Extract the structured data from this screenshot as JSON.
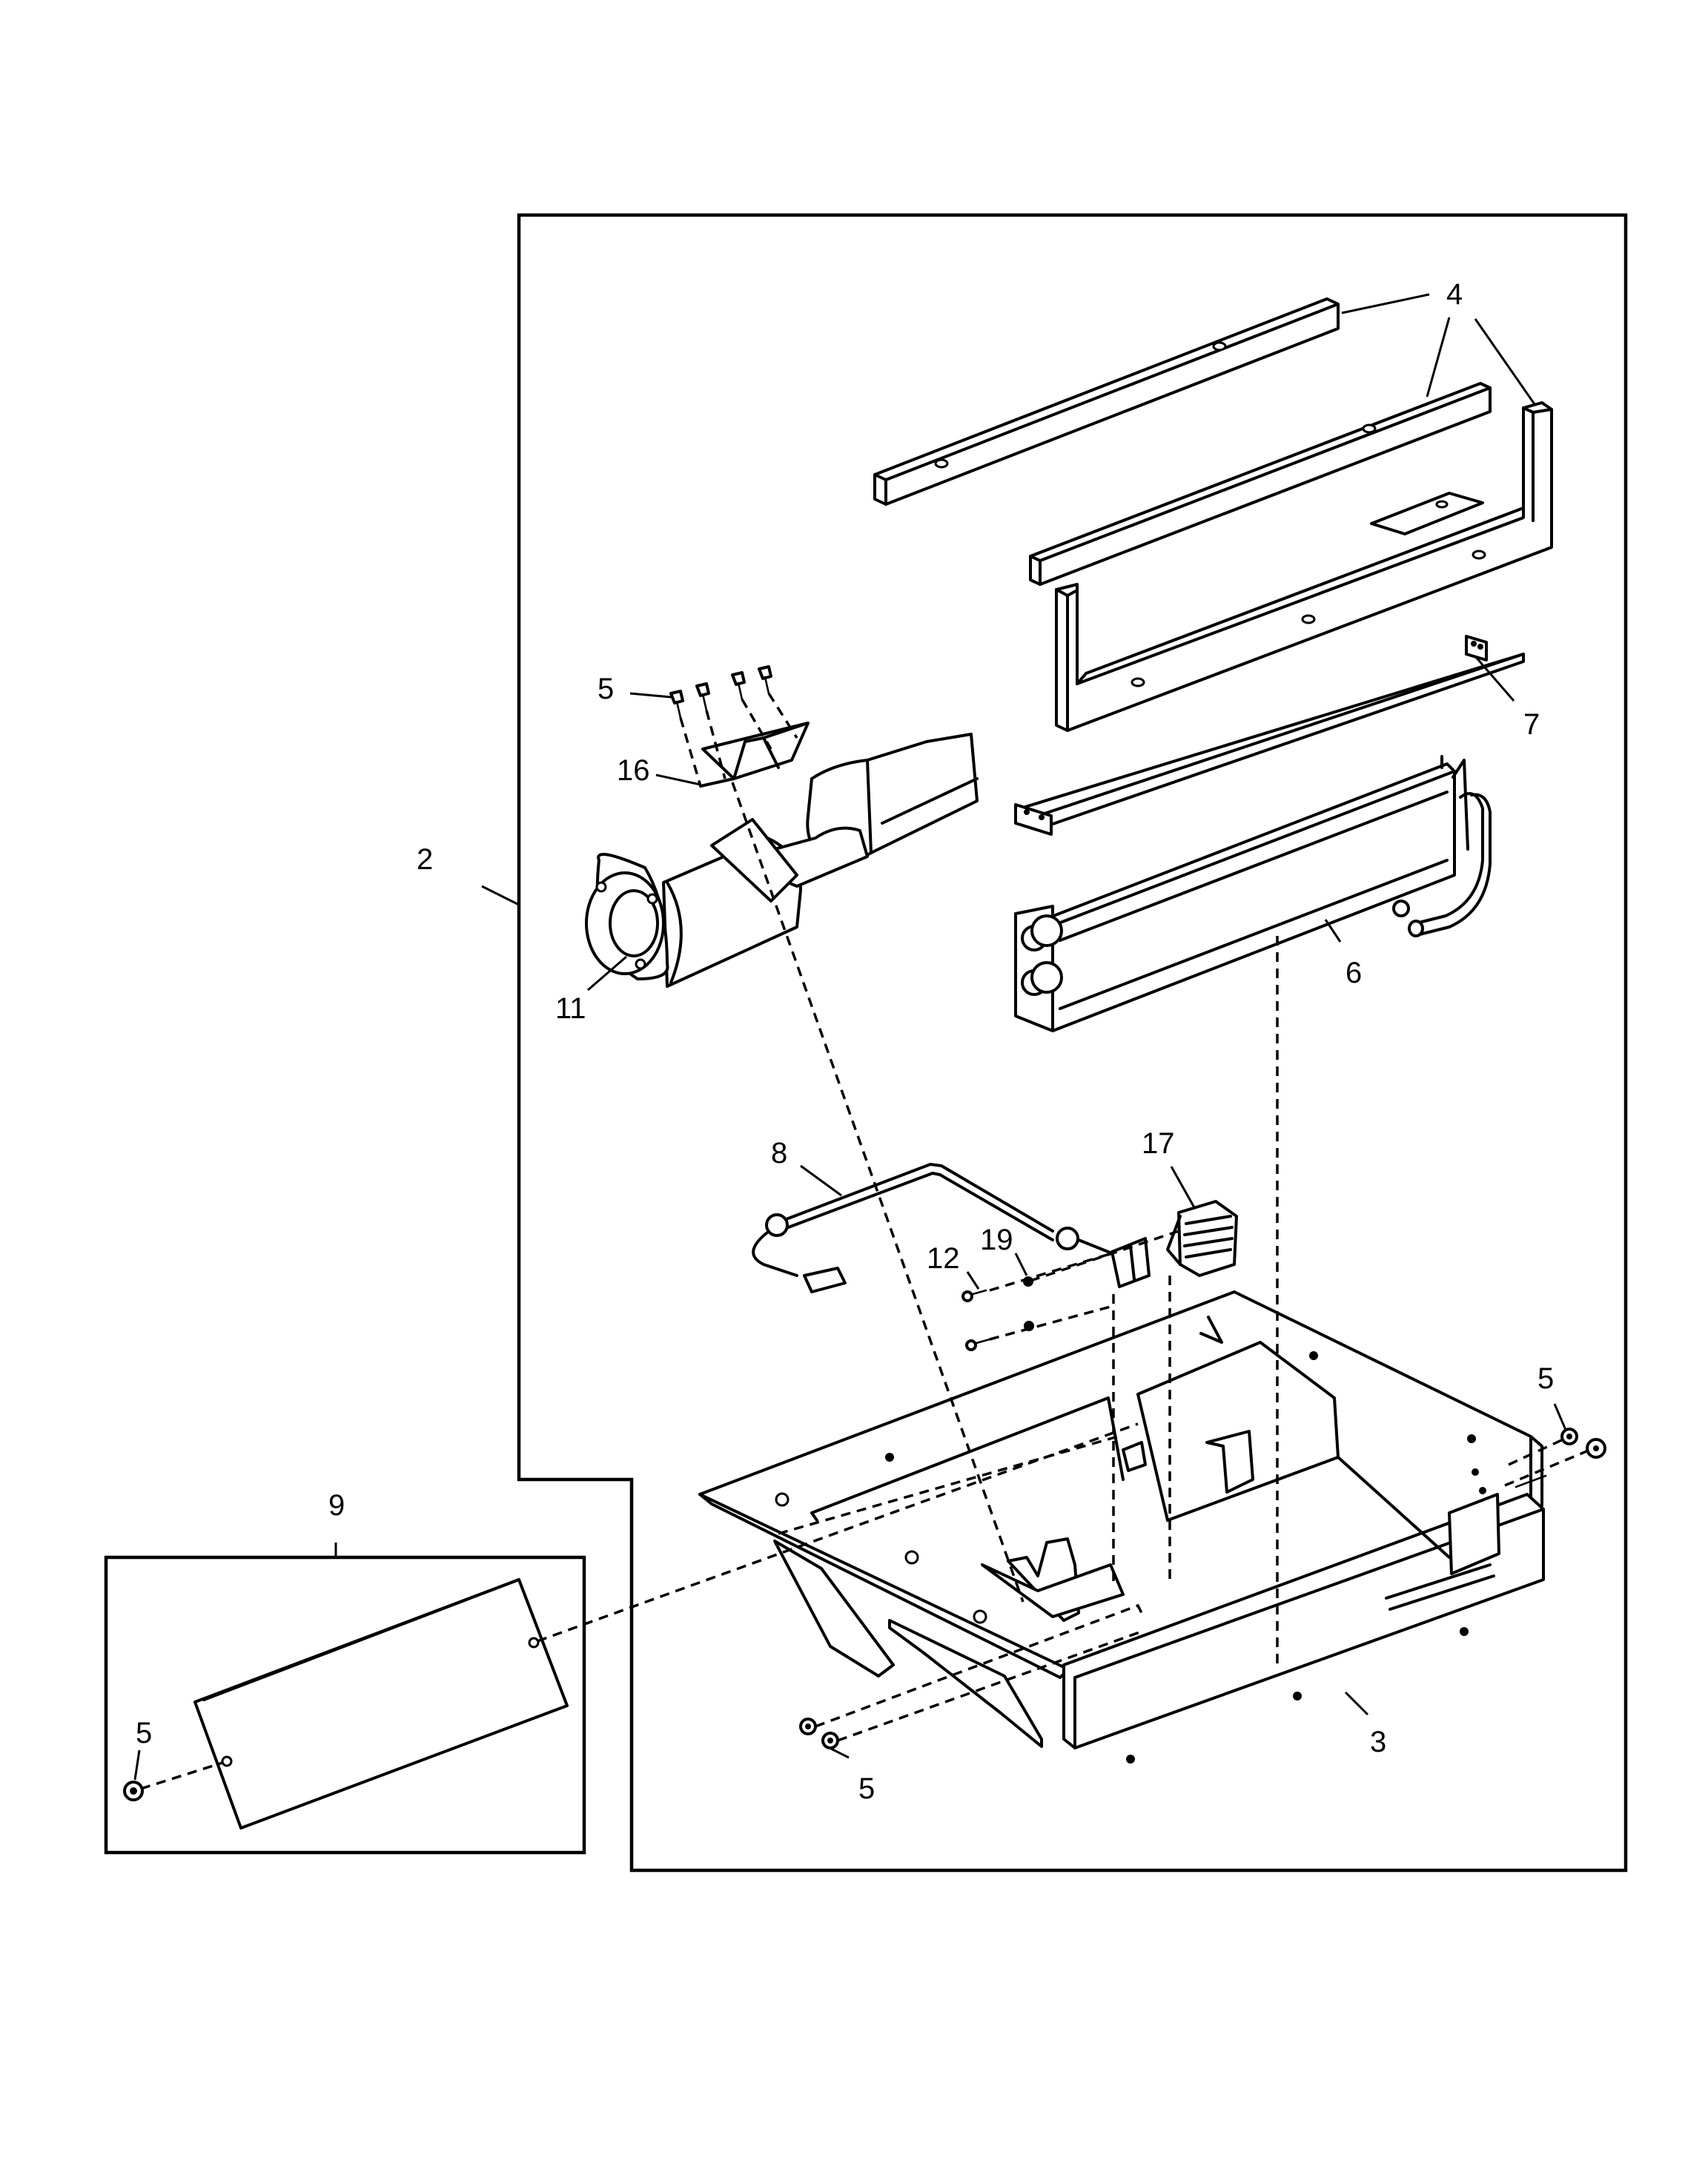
{
  "callouts": {
    "c2": "2",
    "c3": "3",
    "c4": "4",
    "c5_motor": "5",
    "c5_right": "5",
    "c5_bottom": "5",
    "c5_panel": "5",
    "c6": "6",
    "c7": "7",
    "c8": "8",
    "c9": "9",
    "c11": "11",
    "c12": "12",
    "c16": "16",
    "c17": "17",
    "c19": "19"
  }
}
